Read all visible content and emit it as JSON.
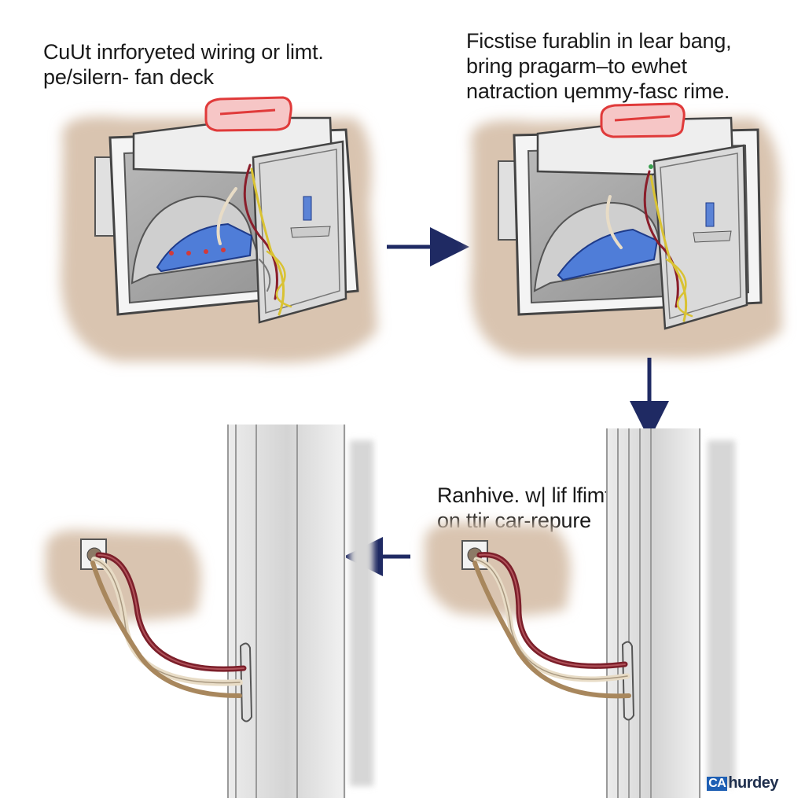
{
  "captions": {
    "step1": [
      "CuUt inrforyeted wiring or limt.",
      "pe/silern- fan deck"
    ],
    "step2": [
      "Ficstise furablin in lear bang,",
      "bring pragarm–to ewhet",
      "natraction ɥemmy-fasc rime."
    ],
    "step3": [
      "Ranhive. w| lif lfimt",
      "on ttir car-repure"
    ]
  },
  "brand": {
    "mark": "CA",
    "name": "hurdey"
  },
  "colors": {
    "arrow": "#1f2a63",
    "wall_stain": "#d9c4b0",
    "housing": "#f2f2f2",
    "fan_blade": "#4f7dd8",
    "red_cover": "#e03a3a",
    "wire_red": "#7c1f2a",
    "wire_cream": "#e8dcc6"
  }
}
